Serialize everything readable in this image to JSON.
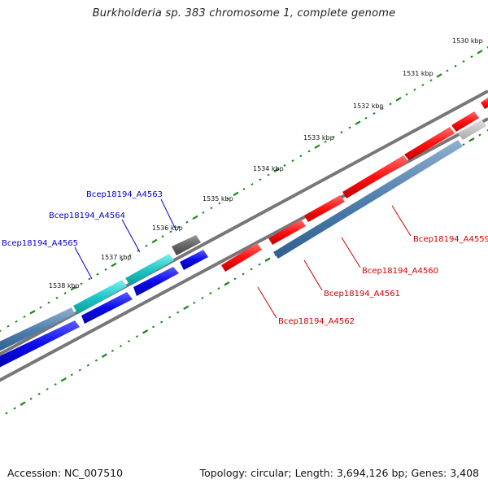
{
  "title": "Burkholderia sp. 383 chromosome 1, complete genome",
  "footer": {
    "accession": "Accession: NC_007510",
    "topology": "Topology: circular; Length: 3,694,126 bp; Genes: 3,408"
  },
  "colors": {
    "forward_gene": "#0000ee",
    "reverse_gene": "#ee0000",
    "forward_label": "#0000cc",
    "reverse_label": "#cc0000",
    "ruler_tick": "#1a8a1a",
    "backbone": "#777777"
  },
  "ruler_labels": [
    "1530 kbp",
    "1531 kbp",
    "1532 kbp",
    "1533 kbp",
    "1534 kbp",
    "1535 kbp",
    "1536 kbp",
    "1537 kbp",
    "1538 kbp"
  ],
  "gene_labels": {
    "forward": [
      "Bcep18194_A4563",
      "Bcep18194_A4564",
      "Bcep18194_A4565"
    ],
    "reverse": [
      "Bcep18194_A4559",
      "Bcep18194_A4560",
      "Bcep18194_A4561",
      "Bcep18194_A4562"
    ]
  }
}
